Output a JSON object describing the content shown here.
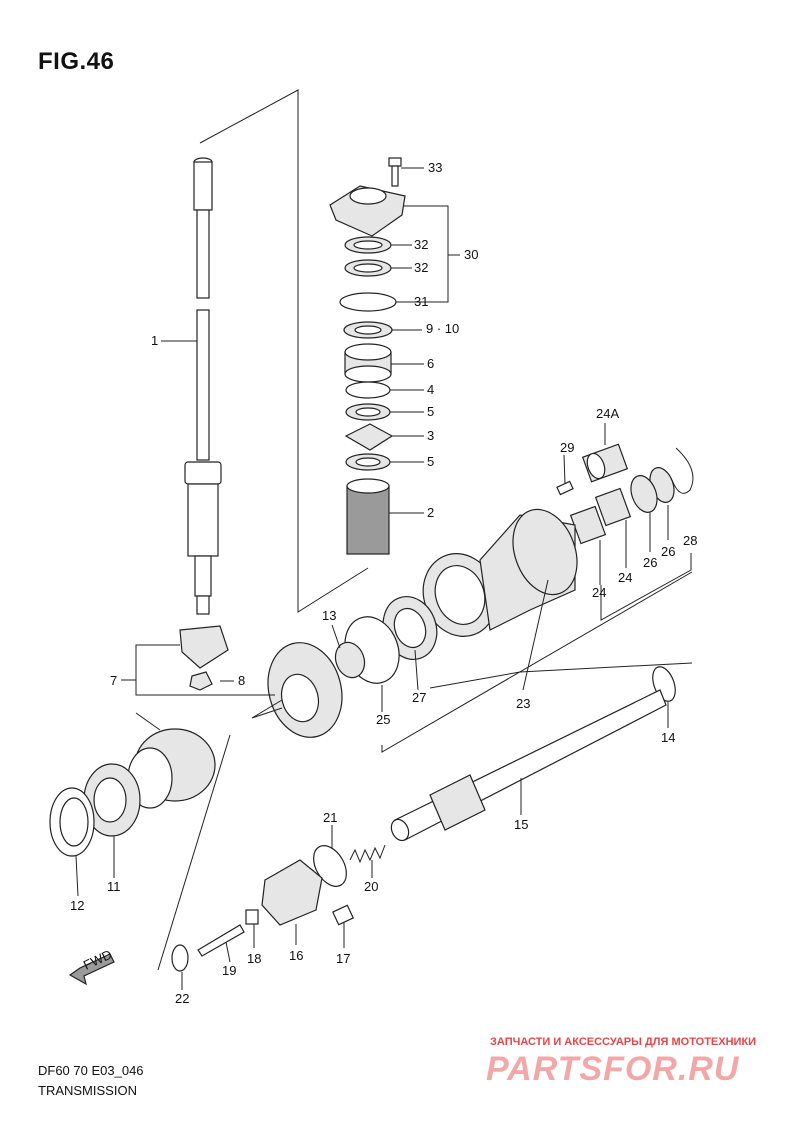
{
  "figure": {
    "title": "FIG.46"
  },
  "footer": {
    "model_code": "DF60 70 E03_046",
    "caption": "TRANSMISSION"
  },
  "watermark": {
    "small_text": "ЗАПЧАСТИ И АКСЕССУАРЫ ДЛЯ МОТОТЕХНИКИ",
    "big_text": "PARTSFOR.RU"
  },
  "labels": {
    "p33": "33",
    "p32a": "32",
    "p30": "30",
    "p32b": "32",
    "p31": "31",
    "p910": "9 · 10",
    "p6": "6",
    "p4": "4",
    "p5a": "5",
    "p3": "3",
    "p5b": "5",
    "p2": "2",
    "p1": "1",
    "p24A": "24A",
    "p29": "29",
    "p28": "28",
    "p26a": "26",
    "p26b": "26",
    "p24a": "24",
    "p24b": "24",
    "p13": "13",
    "p27": "27",
    "p25": "25",
    "p23": "23",
    "p7": "7",
    "p8": "8",
    "p14": "14",
    "p15": "15",
    "p21": "21",
    "p20": "20",
    "p12": "12",
    "p11": "11",
    "p16": "16",
    "p17": "17",
    "p18": "18",
    "p19": "19",
    "p22": "22",
    "fwd": "FWD"
  },
  "colors": {
    "watermark_red": "#e04848",
    "watermark_pink": "#f2a8a8"
  }
}
